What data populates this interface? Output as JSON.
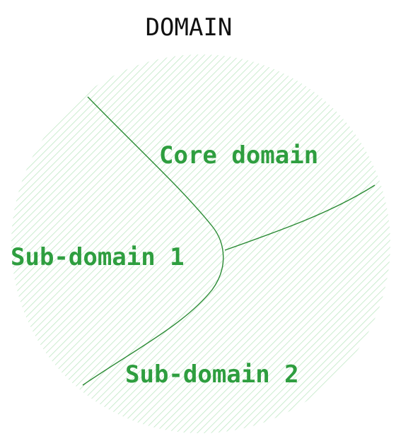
{
  "diagram": {
    "title": "DOMAIN",
    "regions": {
      "core": "Core domain",
      "sub1": "Sub-domain 1",
      "sub2": "Sub-domain 2"
    }
  },
  "colors": {
    "accent_green": "#2e9e3f",
    "boundary_line": "#2a8a34",
    "hatch": "#bfe8c4",
    "title_text": "#111111"
  }
}
